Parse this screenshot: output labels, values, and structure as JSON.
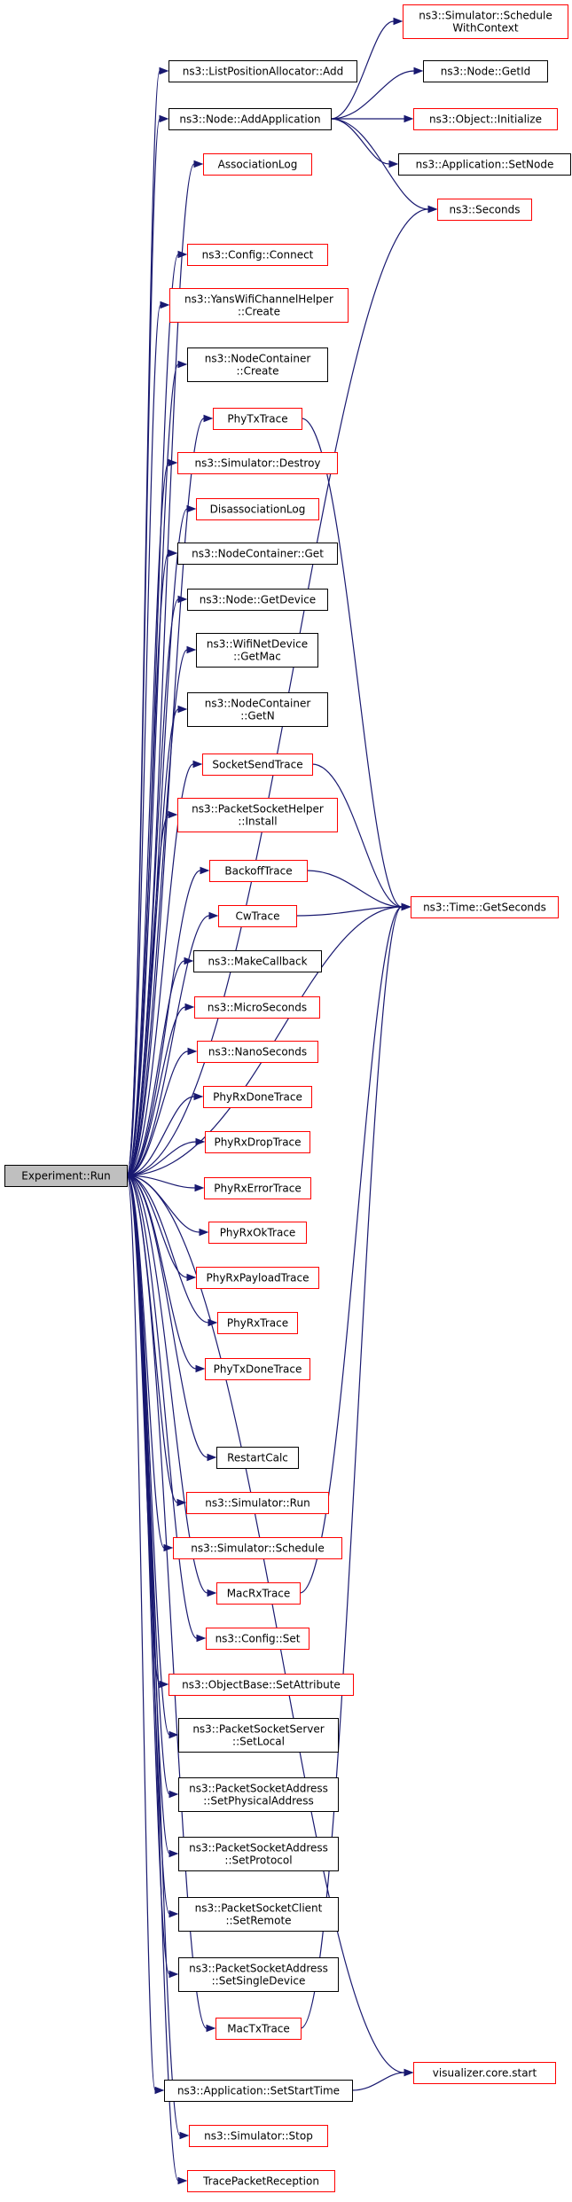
{
  "colors": {
    "edge": "#191970",
    "border_documented": "#000000",
    "border_linked": "#ff0000",
    "root_fill": "#bfbfbf",
    "node_fill": "#ffffff"
  },
  "root": {
    "id": "run",
    "lines": [
      "Experiment::Run"
    ]
  },
  "nodes": [
    {
      "id": "lpa_add",
      "lines": [
        "ns3::ListPositionAllocator::Add"
      ],
      "style": "black"
    },
    {
      "id": "node_addapp",
      "lines": [
        "ns3::Node::AddApplication"
      ],
      "style": "black"
    },
    {
      "id": "assoclog",
      "lines": [
        "AssociationLog"
      ],
      "style": "red"
    },
    {
      "id": "config_connect",
      "lines": [
        "ns3::Config::Connect"
      ],
      "style": "red"
    },
    {
      "id": "yans_create",
      "lines": [
        "ns3::YansWifiChannelHelper",
        "::Create"
      ],
      "style": "red"
    },
    {
      "id": "nc_create",
      "lines": [
        "ns3::NodeContainer",
        "::Create"
      ],
      "style": "black"
    },
    {
      "id": "phytx",
      "lines": [
        "PhyTxTrace"
      ],
      "style": "red"
    },
    {
      "id": "sim_destroy",
      "lines": [
        "ns3::Simulator::Destroy"
      ],
      "style": "red"
    },
    {
      "id": "disassoclog",
      "lines": [
        "DisassociationLog"
      ],
      "style": "red"
    },
    {
      "id": "nc_get",
      "lines": [
        "ns3::NodeContainer::Get"
      ],
      "style": "black"
    },
    {
      "id": "node_getdevice",
      "lines": [
        "ns3::Node::GetDevice"
      ],
      "style": "black"
    },
    {
      "id": "wnd_getmac",
      "lines": [
        "ns3::WifiNetDevice",
        "::GetMac"
      ],
      "style": "black"
    },
    {
      "id": "nc_getn",
      "lines": [
        "ns3::NodeContainer",
        "::GetN"
      ],
      "style": "black"
    },
    {
      "id": "socketsend",
      "lines": [
        "SocketSendTrace"
      ],
      "style": "red"
    },
    {
      "id": "psh_install",
      "lines": [
        "ns3::PacketSocketHelper",
        "::Install"
      ],
      "style": "red"
    },
    {
      "id": "backoff",
      "lines": [
        "BackoffTrace"
      ],
      "style": "red"
    },
    {
      "id": "cw",
      "lines": [
        "CwTrace"
      ],
      "style": "red"
    },
    {
      "id": "makecallback",
      "lines": [
        "ns3::MakeCallback"
      ],
      "style": "black"
    },
    {
      "id": "microseconds",
      "lines": [
        "ns3::MicroSeconds"
      ],
      "style": "red"
    },
    {
      "id": "nanoseconds",
      "lines": [
        "ns3::NanoSeconds"
      ],
      "style": "red"
    },
    {
      "id": "phyrxdone",
      "lines": [
        "PhyRxDoneTrace"
      ],
      "style": "red"
    },
    {
      "id": "phyrxdrop",
      "lines": [
        "PhyRxDropTrace"
      ],
      "style": "red"
    },
    {
      "id": "phyrxerror",
      "lines": [
        "PhyRxErrorTrace"
      ],
      "style": "red"
    },
    {
      "id": "phyrxok",
      "lines": [
        "PhyRxOkTrace"
      ],
      "style": "red"
    },
    {
      "id": "phyrxpayload",
      "lines": [
        "PhyRxPayloadTrace"
      ],
      "style": "red"
    },
    {
      "id": "phyrx",
      "lines": [
        "PhyRxTrace"
      ],
      "style": "red"
    },
    {
      "id": "phytxdone",
      "lines": [
        "PhyTxDoneTrace"
      ],
      "style": "red"
    },
    {
      "id": "restartcalc",
      "lines": [
        "RestartCalc"
      ],
      "style": "black"
    },
    {
      "id": "sim_run",
      "lines": [
        "ns3::Simulator::Run"
      ],
      "style": "red"
    },
    {
      "id": "sim_schedule",
      "lines": [
        "ns3::Simulator::Schedule"
      ],
      "style": "red"
    },
    {
      "id": "macrx",
      "lines": [
        "MacRxTrace"
      ],
      "style": "red"
    },
    {
      "id": "config_set",
      "lines": [
        "ns3::Config::Set"
      ],
      "style": "red"
    },
    {
      "id": "ob_setattr",
      "lines": [
        "ns3::ObjectBase::SetAttribute"
      ],
      "style": "red"
    },
    {
      "id": "pss_setlocal",
      "lines": [
        "ns3::PacketSocketServer",
        "::SetLocal"
      ],
      "style": "black"
    },
    {
      "id": "psa_setphys",
      "lines": [
        "ns3::PacketSocketAddress",
        "::SetPhysicalAddress"
      ],
      "style": "black"
    },
    {
      "id": "psa_setproto",
      "lines": [
        "ns3::PacketSocketAddress",
        "::SetProtocol"
      ],
      "style": "black"
    },
    {
      "id": "psc_setremote",
      "lines": [
        "ns3::PacketSocketClient",
        "::SetRemote"
      ],
      "style": "black"
    },
    {
      "id": "psa_setsingle",
      "lines": [
        "ns3::PacketSocketAddress",
        "::SetSingleDevice"
      ],
      "style": "black"
    },
    {
      "id": "mactx",
      "lines": [
        "MacTxTrace"
      ],
      "style": "red"
    },
    {
      "id": "app_setstart",
      "lines": [
        "ns3::Application::SetStartTime"
      ],
      "style": "black"
    },
    {
      "id": "sim_stop",
      "lines": [
        "ns3::Simulator::Stop"
      ],
      "style": "red"
    },
    {
      "id": "tracepkt",
      "lines": [
        "TracePacketReception"
      ],
      "style": "red"
    },
    {
      "id": "sim_schedctx",
      "lines": [
        "ns3::Simulator::Schedule",
        "WithContext"
      ],
      "style": "red"
    },
    {
      "id": "node_getid",
      "lines": [
        "ns3::Node::GetId"
      ],
      "style": "black"
    },
    {
      "id": "obj_init",
      "lines": [
        "ns3::Object::Initialize"
      ],
      "style": "red"
    },
    {
      "id": "app_setnode",
      "lines": [
        "ns3::Application::SetNode"
      ],
      "style": "black"
    },
    {
      "id": "seconds",
      "lines": [
        "ns3::Seconds"
      ],
      "style": "red"
    },
    {
      "id": "time_getsec",
      "lines": [
        "ns3::Time::GetSeconds"
      ],
      "style": "red"
    },
    {
      "id": "viz_start",
      "lines": [
        "visualizer.core.start"
      ],
      "style": "red"
    }
  ],
  "edges": [
    [
      "run",
      "lpa_add"
    ],
    [
      "run",
      "node_addapp"
    ],
    [
      "run",
      "assoclog"
    ],
    [
      "run",
      "seconds"
    ],
    [
      "run",
      "config_connect"
    ],
    [
      "run",
      "yans_create"
    ],
    [
      "run",
      "nc_create"
    ],
    [
      "run",
      "phytx"
    ],
    [
      "run",
      "sim_destroy"
    ],
    [
      "run",
      "disassoclog"
    ],
    [
      "run",
      "nc_get"
    ],
    [
      "run",
      "node_getdevice"
    ],
    [
      "run",
      "wnd_getmac"
    ],
    [
      "run",
      "nc_getn"
    ],
    [
      "run",
      "socketsend"
    ],
    [
      "run",
      "psh_install"
    ],
    [
      "run",
      "backoff"
    ],
    [
      "run",
      "cw"
    ],
    [
      "run",
      "makecallback"
    ],
    [
      "run",
      "microseconds"
    ],
    [
      "run",
      "nanoseconds"
    ],
    [
      "run",
      "phyrxdone"
    ],
    [
      "run",
      "phyrxdrop"
    ],
    [
      "run",
      "phyrxerror"
    ],
    [
      "run",
      "phyrxok"
    ],
    [
      "run",
      "phyrxpayload"
    ],
    [
      "run",
      "phyrx"
    ],
    [
      "run",
      "phytxdone"
    ],
    [
      "run",
      "time_getsec"
    ],
    [
      "run",
      "restartcalc"
    ],
    [
      "run",
      "sim_run"
    ],
    [
      "run",
      "sim_schedule"
    ],
    [
      "run",
      "macrx"
    ],
    [
      "run",
      "config_set"
    ],
    [
      "run",
      "ob_setattr"
    ],
    [
      "run",
      "pss_setlocal"
    ],
    [
      "run",
      "psa_setphys"
    ],
    [
      "run",
      "psa_setproto"
    ],
    [
      "run",
      "psc_setremote"
    ],
    [
      "run",
      "psa_setsingle"
    ],
    [
      "run",
      "mactx"
    ],
    [
      "run",
      "viz_start"
    ],
    [
      "run",
      "app_setstart"
    ],
    [
      "run",
      "sim_stop"
    ],
    [
      "run",
      "tracepkt"
    ],
    [
      "node_addapp",
      "sim_schedctx"
    ],
    [
      "node_addapp",
      "node_getid"
    ],
    [
      "node_addapp",
      "obj_init"
    ],
    [
      "node_addapp",
      "app_setnode"
    ],
    [
      "node_addapp",
      "seconds"
    ],
    [
      "phytx",
      "time_getsec"
    ],
    [
      "socketsend",
      "time_getsec"
    ],
    [
      "backoff",
      "time_getsec"
    ],
    [
      "cw",
      "time_getsec"
    ],
    [
      "macrx",
      "time_getsec"
    ],
    [
      "mactx",
      "time_getsec"
    ],
    [
      "app_setstart",
      "viz_start"
    ]
  ]
}
